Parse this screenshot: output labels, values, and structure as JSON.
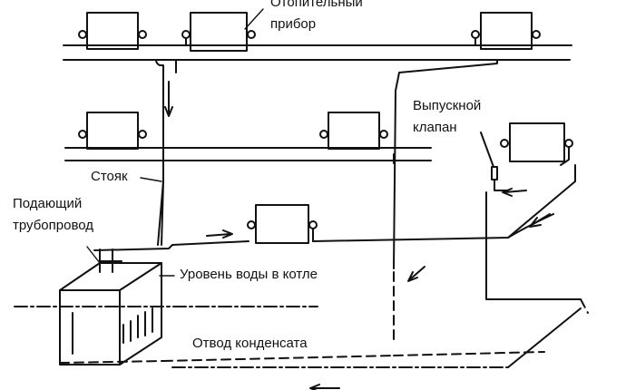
{
  "labels": {
    "heater": [
      "Отопительный",
      "прибор"
    ],
    "relief_valve": [
      "Выпускной",
      "клапан"
    ],
    "riser": "Стояк",
    "supply_pipe": [
      "Подающий",
      "трубопровод"
    ],
    "boiler_water_level": "Уровень воды в котле",
    "condensate_return": "Отвод конденсата"
  },
  "colors": {
    "line": "#111111",
    "background": "#ffffff"
  }
}
